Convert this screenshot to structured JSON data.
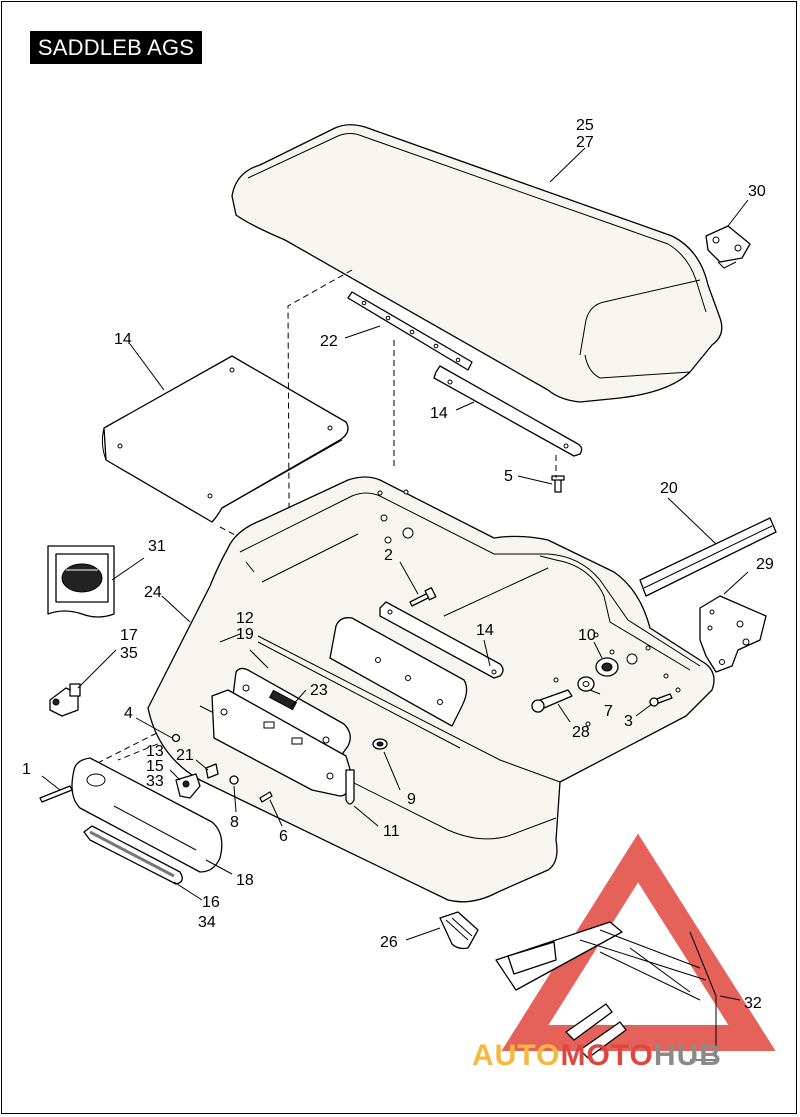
{
  "header": {
    "title": "SADDLEB AGS"
  },
  "callouts": {
    "c1": "1",
    "c2": "2",
    "c3": "3",
    "c4": "4",
    "c5": "5",
    "c6": "6",
    "c7": "7",
    "c8": "8",
    "c9": "9",
    "c10": "10",
    "c11": "11",
    "c12": "12",
    "c13": "13",
    "c14a": "14",
    "c14b": "14",
    "c14c": "14",
    "c15": "15",
    "c16": "16",
    "c17": "17",
    "c18": "18",
    "c19": "19",
    "c20": "20",
    "c21": "21",
    "c22": "22",
    "c23": "23",
    "c24": "24",
    "c25": "25",
    "c26": "26",
    "c27": "27",
    "c28": "28",
    "c29": "29",
    "c30": "30",
    "c31": "31",
    "c32": "32",
    "c33": "33",
    "c34": "34",
    "c35": "35"
  },
  "watermark": {
    "part1": "AUTO",
    "part2": "MOTO",
    "part3": "HUB"
  },
  "colors": {
    "watermark_red": "#e0463e",
    "watermark_orange": "#f5b83c",
    "watermark_gray": "#8a8a8a"
  }
}
